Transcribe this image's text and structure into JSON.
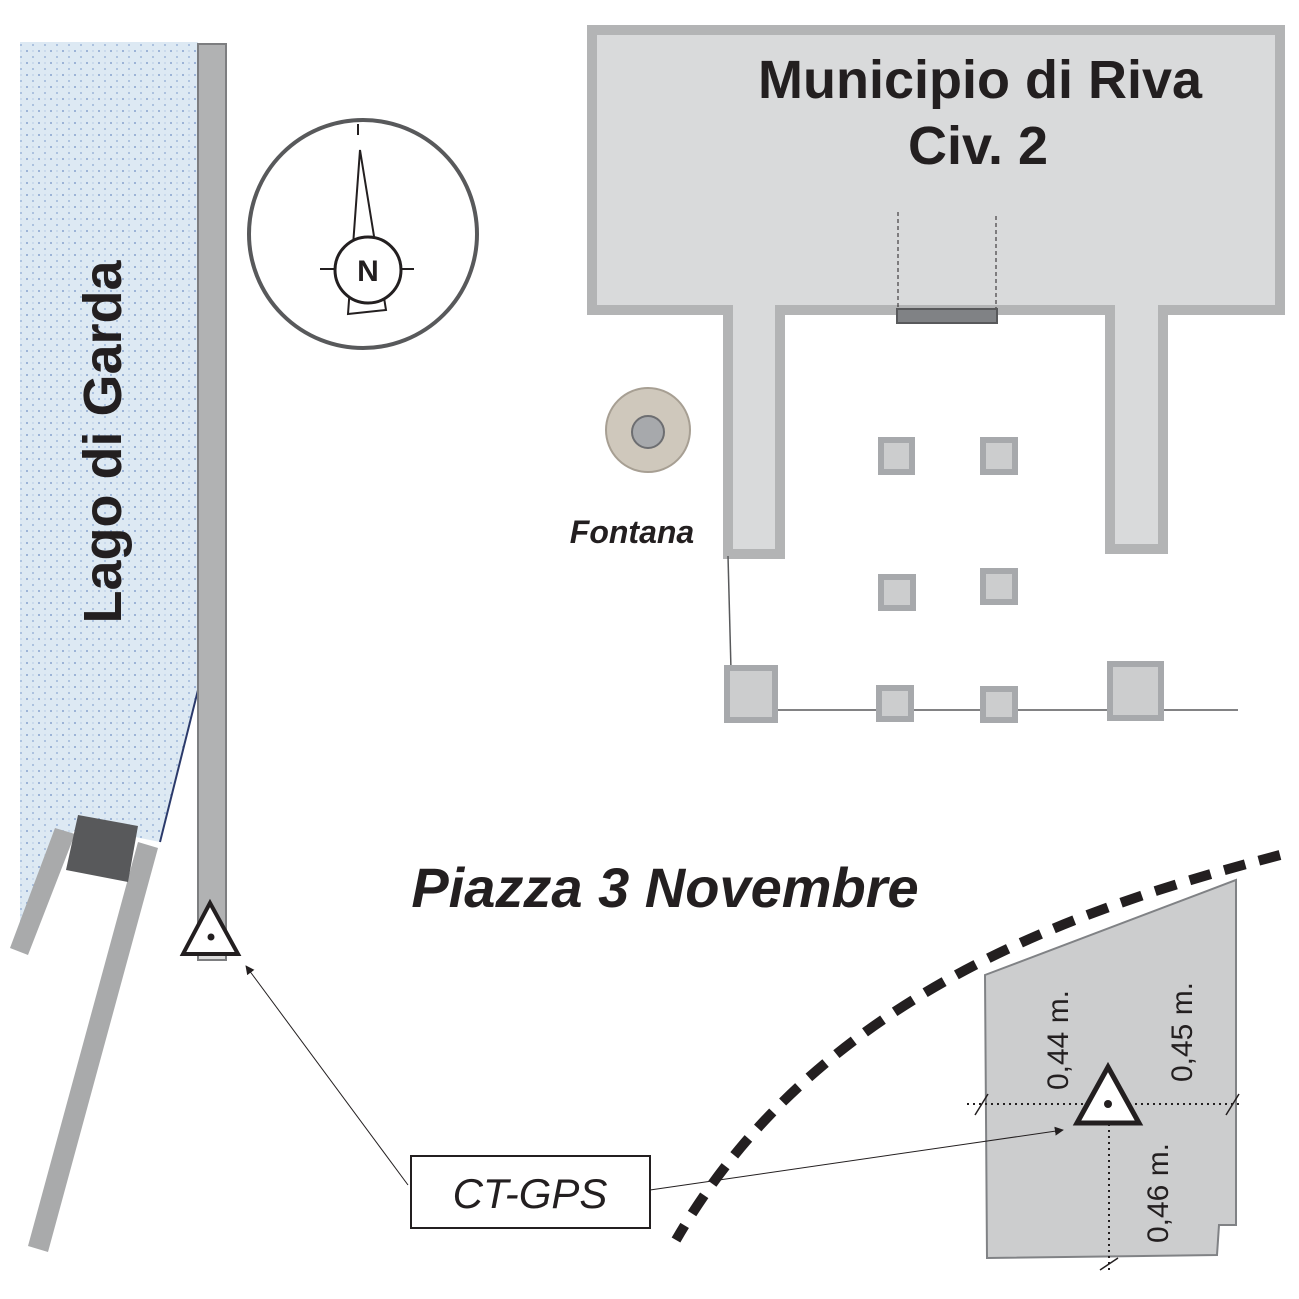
{
  "map": {
    "building_name": "Municipio di Riva",
    "building_number": "Civ. 2",
    "square_name": "Piazza 3 Novembre",
    "lake_name": "Lago di Garda",
    "fountain_label": "Fontana",
    "gps_label": "CT-GPS",
    "north_letter": "N",
    "measurements": {
      "top_left": "0,44 m.",
      "top_right": "0,45 m.",
      "bottom": "0,46 m."
    },
    "colors": {
      "building_fill": "#d9dadb",
      "building_stroke": "#b3b4b5",
      "lake_fill": "#dde9f3",
      "lake_dots": "#6f8fc4",
      "wall": "#a9aaab",
      "dark_block": "#58595b",
      "detail_fill": "#cccdce",
      "fountain_outer": "#cfc8bc",
      "fountain_inner": "#a7a9ac",
      "text": "#231f20"
    }
  }
}
